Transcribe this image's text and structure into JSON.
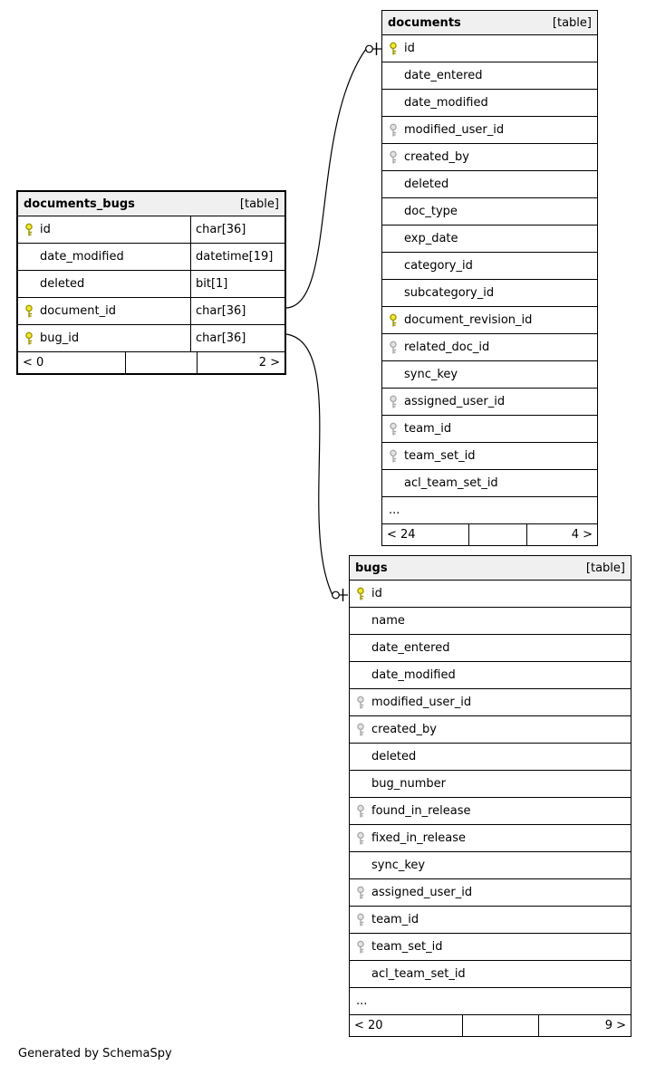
{
  "footer_note": "Generated by SchemaSpy",
  "colors": {
    "primary_key_fill": "#f0e830",
    "primary_key_stroke": "#9a9400",
    "foreign_key_fill": "#e2e2e2",
    "foreign_key_stroke": "#a8a8a8",
    "header_bg": "#f0f0f0"
  },
  "tables": [
    {
      "id": "documents_bugs",
      "name": "documents_bugs",
      "tag": "[table]",
      "focal": true,
      "two_column": true,
      "columns": [
        {
          "name": "id",
          "type": "char[36]",
          "key": "primary"
        },
        {
          "name": "date_modified",
          "type": "datetime[19]",
          "key": "none"
        },
        {
          "name": "deleted",
          "type": "bit[1]",
          "key": "none"
        },
        {
          "name": "document_id",
          "type": "char[36]",
          "key": "primary"
        },
        {
          "name": "bug_id",
          "type": "char[36]",
          "key": "primary"
        }
      ],
      "footer": {
        "left": "< 0",
        "middle": "",
        "right": "2 >"
      }
    },
    {
      "id": "documents",
      "name": "documents",
      "tag": "[table]",
      "focal": false,
      "two_column": false,
      "columns": [
        {
          "name": "id",
          "key": "primary"
        },
        {
          "name": "date_entered",
          "key": "none"
        },
        {
          "name": "date_modified",
          "key": "none"
        },
        {
          "name": "modified_user_id",
          "key": "foreign"
        },
        {
          "name": "created_by",
          "key": "foreign"
        },
        {
          "name": "deleted",
          "key": "none"
        },
        {
          "name": "doc_type",
          "key": "none"
        },
        {
          "name": "exp_date",
          "key": "none"
        },
        {
          "name": "category_id",
          "key": "none"
        },
        {
          "name": "subcategory_id",
          "key": "none"
        },
        {
          "name": "document_revision_id",
          "key": "primary"
        },
        {
          "name": "related_doc_id",
          "key": "foreign"
        },
        {
          "name": "sync_key",
          "key": "none"
        },
        {
          "name": "assigned_user_id",
          "key": "foreign"
        },
        {
          "name": "team_id",
          "key": "foreign"
        },
        {
          "name": "team_set_id",
          "key": "foreign"
        },
        {
          "name": "acl_team_set_id",
          "key": "none"
        },
        {
          "name": "...",
          "key": "none"
        }
      ],
      "footer": {
        "left": "< 24",
        "middle": "",
        "right": "4 >"
      }
    },
    {
      "id": "bugs",
      "name": "bugs",
      "tag": "[table]",
      "focal": false,
      "two_column": false,
      "columns": [
        {
          "name": "id",
          "key": "primary"
        },
        {
          "name": "name",
          "key": "none"
        },
        {
          "name": "date_entered",
          "key": "none"
        },
        {
          "name": "date_modified",
          "key": "none"
        },
        {
          "name": "modified_user_id",
          "key": "foreign"
        },
        {
          "name": "created_by",
          "key": "foreign"
        },
        {
          "name": "deleted",
          "key": "none"
        },
        {
          "name": "bug_number",
          "key": "none"
        },
        {
          "name": "found_in_release",
          "key": "foreign"
        },
        {
          "name": "fixed_in_release",
          "key": "foreign"
        },
        {
          "name": "sync_key",
          "key": "none"
        },
        {
          "name": "assigned_user_id",
          "key": "foreign"
        },
        {
          "name": "team_id",
          "key": "foreign"
        },
        {
          "name": "team_set_id",
          "key": "foreign"
        },
        {
          "name": "acl_team_set_id",
          "key": "none"
        },
        {
          "name": "...",
          "key": "none"
        }
      ],
      "footer": {
        "left": "< 20",
        "middle": "",
        "right": "9 >"
      }
    }
  ]
}
